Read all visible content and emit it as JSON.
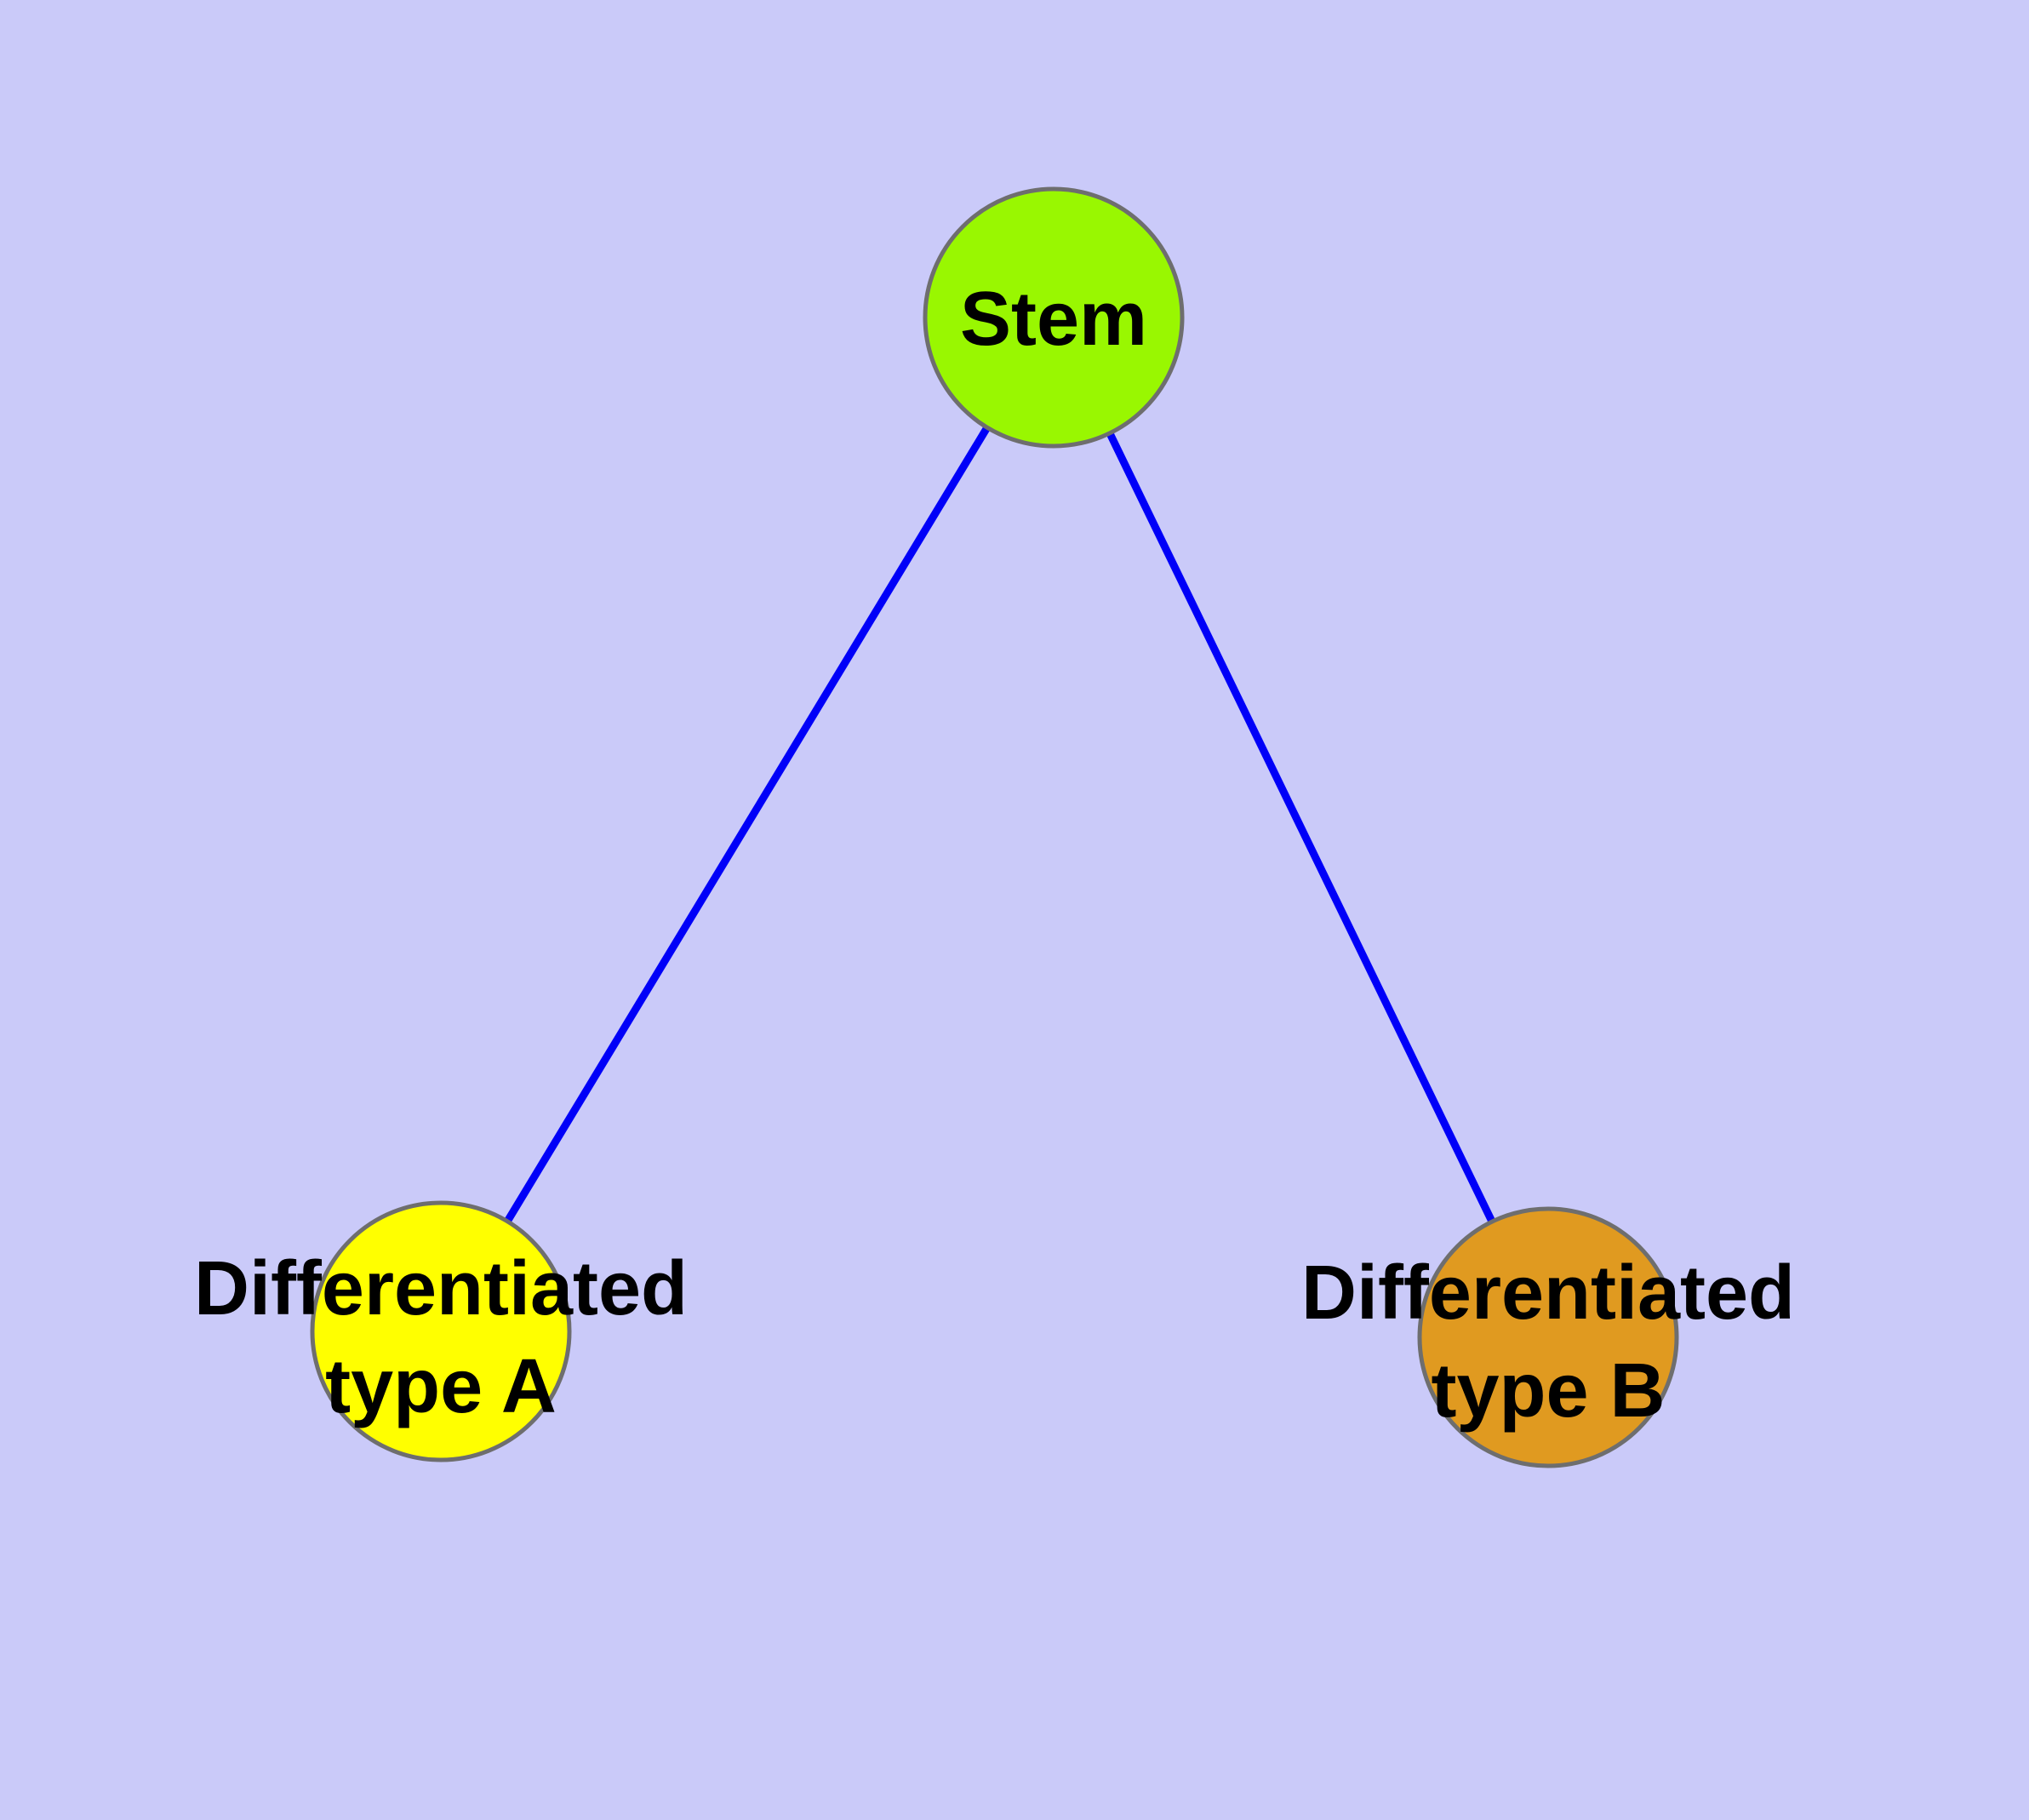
{
  "diagram": {
    "type": "graph",
    "background_color": "#cacaf9",
    "edge_color": "#0000f8",
    "node_border_color": "#6e6e6e",
    "text_color": "#000000",
    "nodes": {
      "stem": {
        "label": "Stem",
        "fill": "#99f701",
        "shape": "circle"
      },
      "type_a": {
        "label_line1": "Differentiated",
        "label_line2": "type A",
        "fill": "#ffff00",
        "shape": "circle"
      },
      "type_b": {
        "label_line1": "Differentiated",
        "label_line2": "type B",
        "fill": "#e09a20",
        "shape": "circle"
      }
    },
    "edges": [
      {
        "from": "Stem",
        "to": "Differentiated type A"
      },
      {
        "from": "Stem",
        "to": "Differentiated type B"
      }
    ]
  }
}
